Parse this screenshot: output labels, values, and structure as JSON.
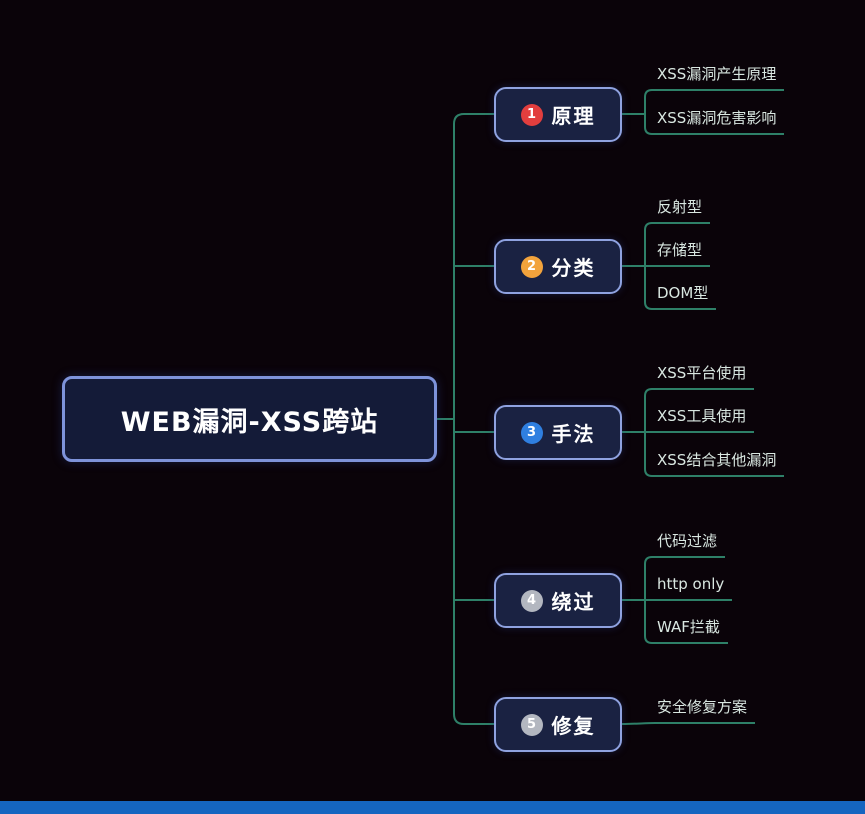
{
  "root": {
    "label": "WEB漏洞-XSS跨站"
  },
  "colors": {
    "bg": "#0a0309",
    "connector": "#2e8068",
    "leaf-text": "#d9e7e1",
    "branch-border": "#8fa2e0",
    "branch-fill": "#1a2242",
    "branch-text": "#ffffff",
    "root-border": "#7e93da",
    "root-fill": "#141b38",
    "root-text": "#ffffff",
    "bottom-bar": "#1565c0"
  },
  "branches": [
    {
      "number": "1",
      "label": "原理",
      "badge_color": "#e23e3e",
      "children": [
        {
          "label": "XSS漏洞产生原理"
        },
        {
          "label": "XSS漏洞危害影响"
        }
      ]
    },
    {
      "number": "2",
      "label": "分类",
      "badge_color": "#f2a33c",
      "children": [
        {
          "label": "反射型"
        },
        {
          "label": "存储型"
        },
        {
          "label": "DOM型"
        }
      ]
    },
    {
      "number": "3",
      "label": "手法",
      "badge_color": "#2f7fe0",
      "children": [
        {
          "label": "XSS平台使用"
        },
        {
          "label": "XSS工具使用"
        },
        {
          "label": "XSS结合其他漏洞"
        }
      ]
    },
    {
      "number": "4",
      "label": "绕过",
      "badge_color": "#b3b7c0",
      "children": [
        {
          "label": "代码过滤"
        },
        {
          "label": "http only"
        },
        {
          "label": "WAF拦截"
        }
      ]
    },
    {
      "number": "5",
      "label": "修复",
      "badge_color": "#b3b7c0",
      "children": [
        {
          "label": "安全修复方案"
        }
      ]
    }
  ]
}
